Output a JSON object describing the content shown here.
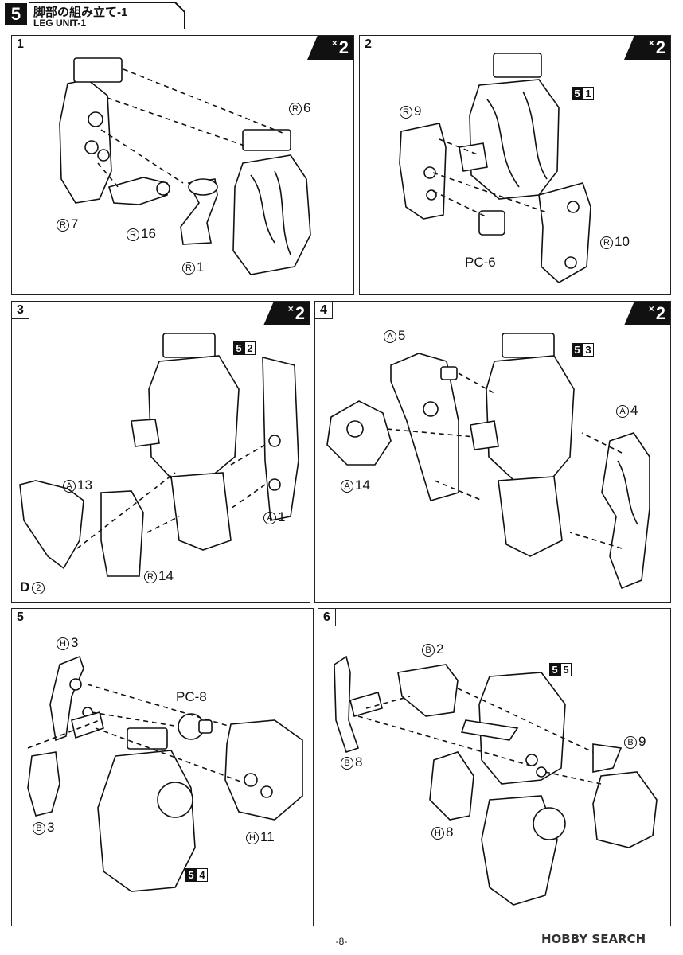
{
  "header": {
    "step_number": "5",
    "title_jp": "脚部の組み立て-1",
    "title_en": "LEG UNIT-1"
  },
  "panels": [
    {
      "step": "1",
      "multiplier": "2",
      "labels": {
        "r6": "6",
        "r7": "7",
        "r16": "16",
        "r1": "1"
      }
    },
    {
      "step": "2",
      "multiplier": "2",
      "ref": [
        "5",
        "1"
      ],
      "labels": {
        "r9": "9",
        "r10": "10",
        "pc": "PC-6"
      }
    },
    {
      "step": "3",
      "multiplier": "2",
      "ref": [
        "5",
        "2"
      ],
      "labels": {
        "a13": "13",
        "a1": "1",
        "r14": "14",
        "d2": "2",
        "d_letter": "D"
      }
    },
    {
      "step": "4",
      "multiplier": "2",
      "ref": [
        "5",
        "3"
      ],
      "labels": {
        "a5": "5",
        "a4": "4",
        "a14": "14"
      }
    },
    {
      "step": "5",
      "ref": [
        "5",
        "4"
      ],
      "labels": {
        "h3": "3",
        "pc": "PC-8",
        "b3": "3",
        "h11": "11"
      }
    },
    {
      "step": "6",
      "ref": [
        "5",
        "5"
      ],
      "labels": {
        "b2": "2",
        "b9": "9",
        "b8": "8",
        "h8": "8"
      }
    }
  ],
  "runner_letters": {
    "R": "R",
    "A": "A",
    "H": "H",
    "B": "B",
    "D": "D"
  },
  "multiplier_symbol": "×",
  "footer": {
    "page": "-8-"
  },
  "watermark": "HOBBY SEARCH"
}
